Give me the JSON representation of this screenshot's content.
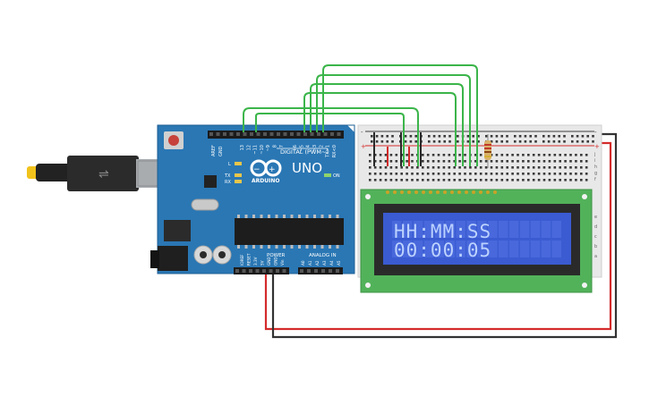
{
  "board": {
    "brand": "ARDUINO",
    "model": "UNO",
    "digital_label": "DIGITAL (PWM~)",
    "power_label": "POWER",
    "analog_label": "ANALOG IN",
    "on_label": "ON",
    "l_label": "L",
    "tx_label": "TX",
    "rx_label": "RX",
    "aref_label": "AREF",
    "gnd_label": "GND",
    "digital_pins": [
      "13",
      "12",
      "~11",
      "~10",
      "~9",
      "8",
      "7",
      "~6",
      "~5",
      "4",
      "~3",
      "2",
      "TX>1",
      "RX<0"
    ],
    "power_pins": [
      "IOREF",
      "RESET",
      "3.3V",
      "5V",
      "GND",
      "GND",
      "Vin"
    ],
    "analog_pins": [
      "A0",
      "A1",
      "A2",
      "A3",
      "A4",
      "A5"
    ]
  },
  "lcd": {
    "line1": "HH:MM:SS",
    "line2": "00:00:05"
  },
  "breadboard": {
    "rail_top_minus": "-",
    "rail_top_plus": "+",
    "rail_bottom_minus": "-",
    "rail_bottom_plus": "+",
    "row_letters_top": [
      "j",
      "i",
      "h",
      "g",
      "f"
    ],
    "row_letters_bottom": [
      "e",
      "d",
      "c",
      "b",
      "a"
    ]
  },
  "colors": {
    "board_blue": "#2a77b4",
    "wire_green": "#3bb54a",
    "wire_red": "#d42b2b",
    "wire_black": "#333333",
    "lcd_green": "#52b25a",
    "lcd_screen": "#3a5bd1"
  }
}
